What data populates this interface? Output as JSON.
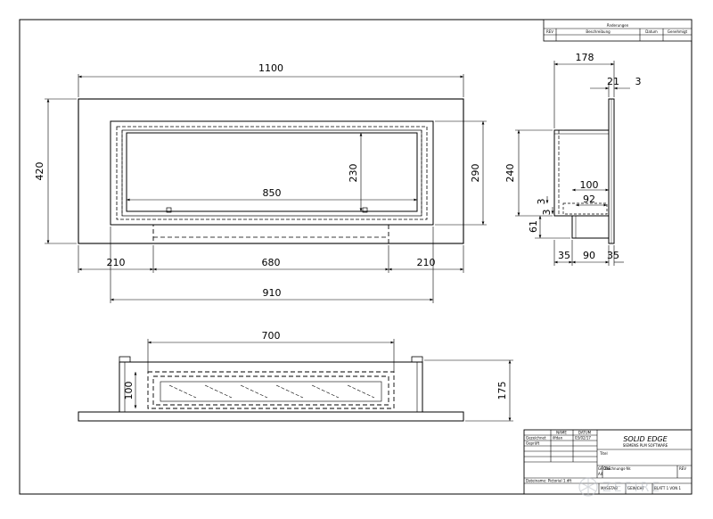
{
  "dimensions": {
    "front_width": "1100",
    "front_height": "420",
    "opening_height": "230",
    "opening_outer_height": "290",
    "inner_width": "850",
    "left_margin": "210",
    "center_width": "680",
    "right_margin": "210",
    "opening_outer_width": "910",
    "side_depth": "178",
    "side_top_a": "21",
    "side_top_b": "3",
    "side_height": "240",
    "side_inner_a": "100",
    "side_inner_b": "92",
    "side_small_a": "3",
    "side_small_b": "3",
    "side_bottom_height": "61",
    "side_bottom_left": "35",
    "side_bottom_center": "90",
    "side_bottom_right": "35",
    "top_width": "700",
    "top_inner_depth": "100",
    "top_total_depth": "175"
  },
  "revision_table": {
    "header": "Änderungen",
    "columns": [
      "REV",
      "Beschreibung",
      "Datum",
      "Genehmigt"
    ]
  },
  "title_block": {
    "col_name": "NAME",
    "col_date": "DATUM",
    "row1_label": "Gezeichnet",
    "row1_name": "ilfdan",
    "row1_date": "03/02/17",
    "row2_label": "Geprüft",
    "brand": "SOLID EDGE",
    "brand_sub": "SIEMENS PLM SOFTWARE",
    "title_label": "Titel",
    "size_label": "GRÖßE",
    "size_value": "A4",
    "drawing_label": "Zeichnungs-Nr.",
    "rev_label": "REV",
    "file_label": "Dateiname: Pictorial 1.dft",
    "scale_label": "MASSTAB",
    "weight_label": "GEWICHT",
    "sheet_label": "BLATT 1 VON 1"
  },
  "watermark": "ZEFIRE"
}
